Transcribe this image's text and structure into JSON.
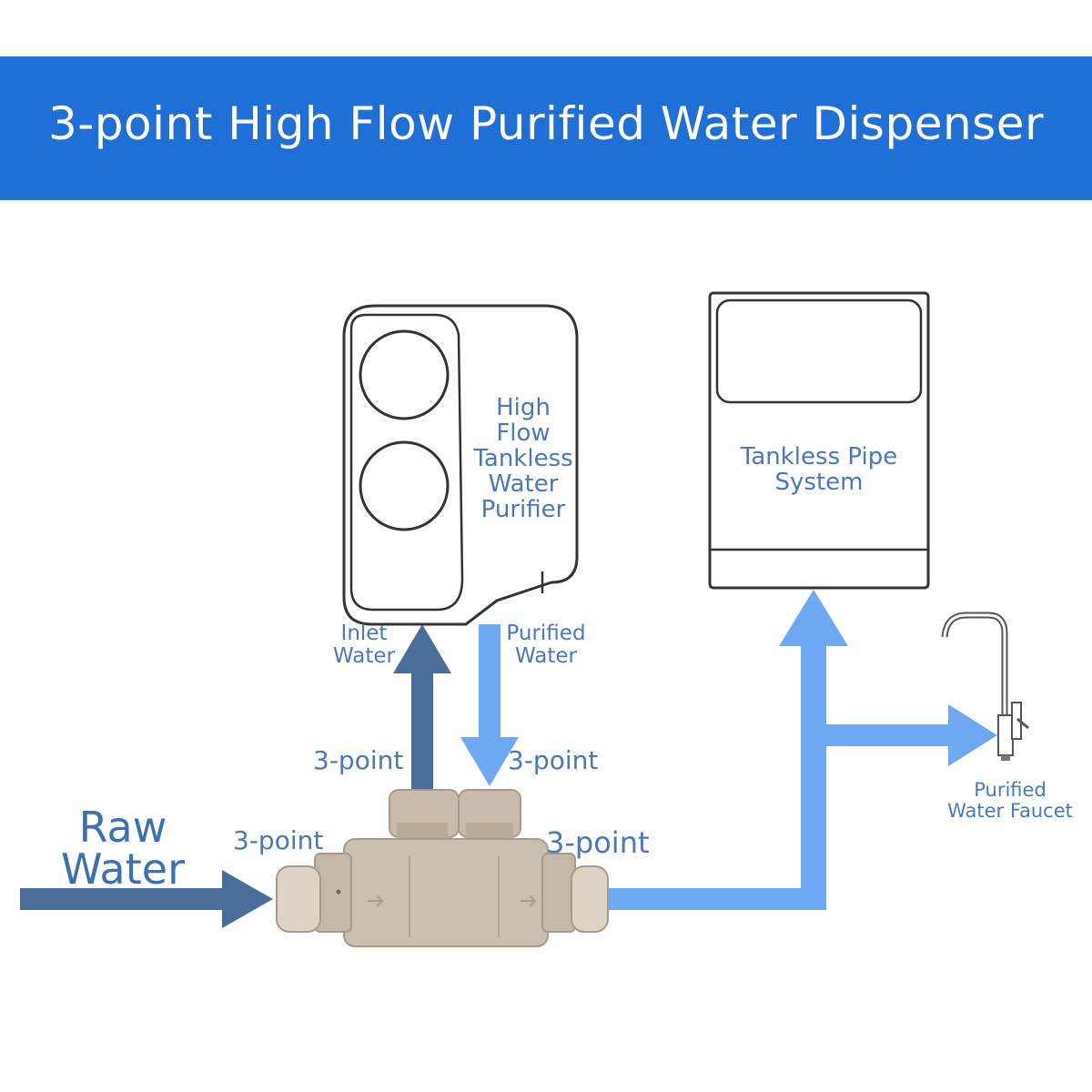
{
  "title": "3-point High Flow Purified Water Dispenser",
  "labels": {
    "purifier": "High\nFlow\nTankless\nWater\nPurifier",
    "pipe_system": "Tankless Pipe\nSystem",
    "inlet_water": "Inlet\nWater",
    "purified_water": "Purified\nWater",
    "raw_water": "Raw\nWater",
    "faucet": "Purified\nWater Faucet",
    "point_top_left": "3-point",
    "point_top_right": "3-point",
    "point_left": "3-point",
    "point_right": "3-point"
  },
  "colors": {
    "banner": "#1f6fd6",
    "dark_arrow": "#4b6e99",
    "light_arrow": "#6fa8f2",
    "valve": "#c9bcad",
    "label": "#4a78b8"
  }
}
